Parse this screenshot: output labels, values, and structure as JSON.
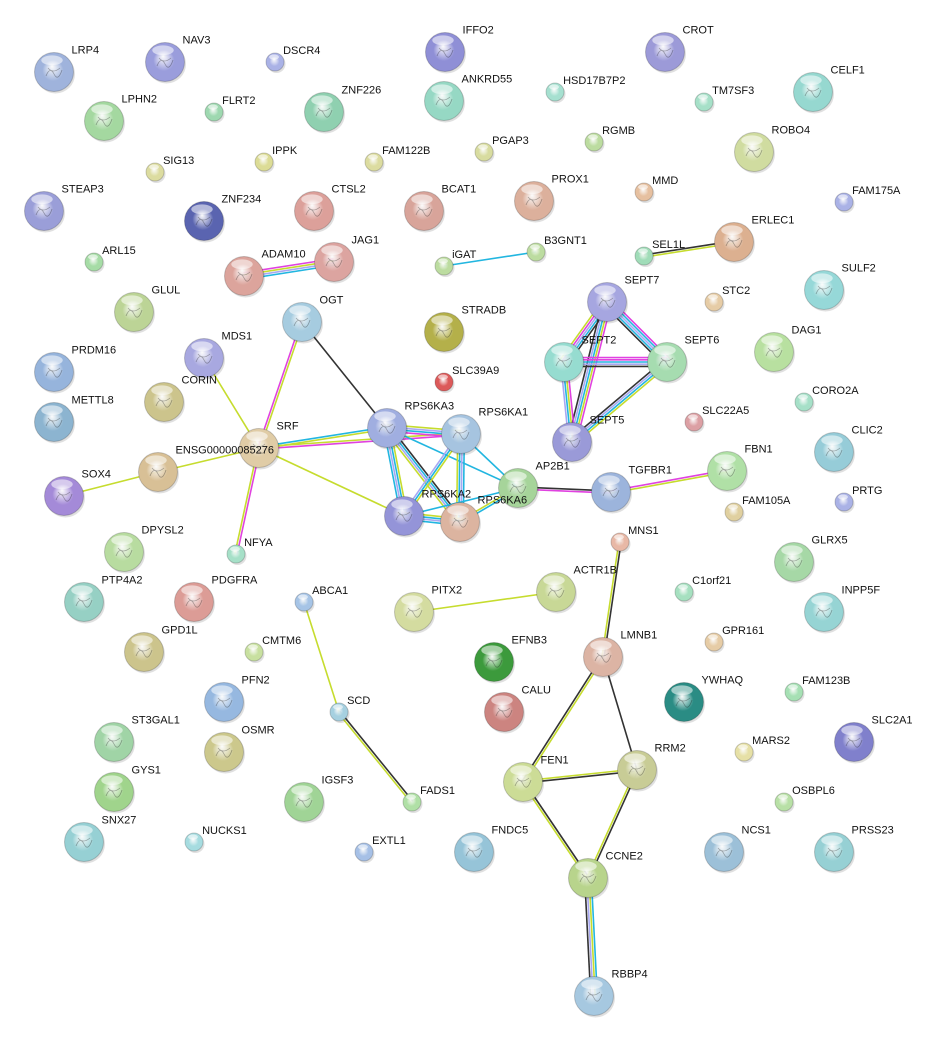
{
  "evidence_colors": {
    "experiments": "#e042e0",
    "textmining": "#c6dc2e",
    "database": "#22b6e0",
    "coexpression": "#333333",
    "homology": "#a8a8f2"
  },
  "nodes": [
    {
      "id": "LRP4",
      "label": "LRP4",
      "color": "#9fb3dc"
    },
    {
      "id": "NAV3",
      "label": "NAV3",
      "color": "#9a9ddc"
    },
    {
      "id": "DSCR4",
      "label": "DSCR4",
      "color": "#aab2e6"
    },
    {
      "id": "IFFO2",
      "label": "IFFO2",
      "color": "#8f8fd6"
    },
    {
      "id": "CROT",
      "label": "CROT",
      "color": "#9c9ad8"
    },
    {
      "id": "LPHN2",
      "label": "LPHN2",
      "color": "#a4d8a0"
    },
    {
      "id": "FLRT2",
      "label": "FLRT2",
      "color": "#9ed8b0"
    },
    {
      "id": "ZNF226",
      "label": "ZNF226",
      "color": "#8fd0b0"
    },
    {
      "id": "ANKRD55",
      "label": "ANKRD55",
      "color": "#96d8c4"
    },
    {
      "id": "HSD17B7P2",
      "label": "HSD17B7P2",
      "color": "#a6e0d0"
    },
    {
      "id": "TM7SF3",
      "label": "TM7SF3",
      "color": "#a6e0c8"
    },
    {
      "id": "CELF1",
      "label": "CELF1",
      "color": "#96d8d0"
    },
    {
      "id": "SIG13",
      "label": "SIG13",
      "color": "#dcdca0"
    },
    {
      "id": "IPPK",
      "label": "IPPK",
      "color": "#dcdc96"
    },
    {
      "id": "FAM122B",
      "label": "FAM122B",
      "color": "#dcdca0"
    },
    {
      "id": "PGAP3",
      "label": "PGAP3",
      "color": "#d8dca0"
    },
    {
      "id": "RGMB",
      "label": "RGMB",
      "color": "#bcdca0"
    },
    {
      "id": "ROBO4",
      "label": "ROBO4",
      "color": "#d0dca0"
    },
    {
      "id": "STEAP3",
      "label": "STEAP3",
      "color": "#9a9ed8"
    },
    {
      "id": "ZNF234",
      "label": "ZNF234",
      "color": "#5a64b0"
    },
    {
      "id": "CTSL2",
      "label": "CTSL2",
      "color": "#dca09a"
    },
    {
      "id": "BCAT1",
      "label": "BCAT1",
      "color": "#d8a49a"
    },
    {
      "id": "PROX1",
      "label": "PROX1",
      "color": "#dcb09c"
    },
    {
      "id": "MMD",
      "label": "MMD",
      "color": "#e6c0a0"
    },
    {
      "id": "FAM175A",
      "label": "FAM175A",
      "color": "#aab2e6"
    },
    {
      "id": "ARL15",
      "label": "ARL15",
      "color": "#a6dca6"
    },
    {
      "id": "ADAM10",
      "label": "ADAM10",
      "color": "#dca49c"
    },
    {
      "id": "JAG1",
      "label": "JAG1",
      "color": "#dca4a0"
    },
    {
      "id": "iGAT",
      "label": "iGAT",
      "color": "#bcdca0"
    },
    {
      "id": "B3GNT1",
      "label": "B3GNT1",
      "color": "#bcdca0"
    },
    {
      "id": "SEL1L",
      "label": "SEL1L",
      "color": "#a0dcb8"
    },
    {
      "id": "ERLEC1",
      "label": "ERLEC1",
      "color": "#dcb090"
    },
    {
      "id": "STC2",
      "label": "STC2",
      "color": "#e6cca6"
    },
    {
      "id": "SULF2",
      "label": "SULF2",
      "color": "#96d8d8"
    },
    {
      "id": "GLUL",
      "label": "GLUL",
      "color": "#bcd496"
    },
    {
      "id": "OGT",
      "label": "OGT",
      "color": "#a6cce0"
    },
    {
      "id": "STRADB",
      "label": "STRADB",
      "color": "#b4b04a"
    },
    {
      "id": "SEPT7",
      "label": "SEPT7",
      "color": "#a6a6e0"
    },
    {
      "id": "DAG1",
      "label": "DAG1",
      "color": "#b8e0a0"
    },
    {
      "id": "MDS1",
      "label": "MDS1",
      "color": "#a8a8e0"
    },
    {
      "id": "PRDM16",
      "label": "PRDM16",
      "color": "#96b4dc"
    },
    {
      "id": "SLC39A9",
      "label": "SLC39A9",
      "color": "#dc5a5a"
    },
    {
      "id": "SEPT2",
      "label": "SEPT2",
      "color": "#96dcd0"
    },
    {
      "id": "SEPT6",
      "label": "SEPT6",
      "color": "#a6dcb0"
    },
    {
      "id": "CORO2A",
      "label": "CORO2A",
      "color": "#a6e0c8"
    },
    {
      "id": "CORIN",
      "label": "CORIN",
      "color": "#ccc48c"
    },
    {
      "id": "METTL8",
      "label": "METTL8",
      "color": "#8cb4d0"
    },
    {
      "id": "SLC22A5",
      "label": "SLC22A5",
      "color": "#dca0a4"
    },
    {
      "id": "SRF",
      "label": "SRF",
      "color": "#e0cca6"
    },
    {
      "id": "RPS6KA3",
      "label": "RPS6KA3",
      "color": "#a0aee0"
    },
    {
      "id": "RPS6KA1",
      "label": "RPS6KA1",
      "color": "#a6c4e0"
    },
    {
      "id": "SEPT5",
      "label": "SEPT5",
      "color": "#9a9ad8"
    },
    {
      "id": "CLIC2",
      "label": "CLIC2",
      "color": "#96ccd8"
    },
    {
      "id": "ENSG",
      "label": "ENSG00000085276",
      "color": "#d8c096"
    },
    {
      "id": "SOX4",
      "label": "SOX4",
      "color": "#a48ad8"
    },
    {
      "id": "AP2B1",
      "label": "AP2B1",
      "color": "#a6d49a"
    },
    {
      "id": "TGFBR1",
      "label": "TGFBR1",
      "color": "#9cb4dc"
    },
    {
      "id": "FBN1",
      "label": "FBN1",
      "color": "#b0e0a6"
    },
    {
      "id": "PRTG",
      "label": "PRTG",
      "color": "#aab2e6"
    },
    {
      "id": "RPS6KA2",
      "label": "RPS6KA2",
      "color": "#9494d8"
    },
    {
      "id": "RPS6KA6",
      "label": "RPS6KA6",
      "color": "#dcb4a0"
    },
    {
      "id": "FAM105A",
      "label": "FAM105A",
      "color": "#e0d0a0"
    },
    {
      "id": "DPYSL2",
      "label": "DPYSL2",
      "color": "#b8dca0"
    },
    {
      "id": "NFYA",
      "label": "NFYA",
      "color": "#a6e0c8"
    },
    {
      "id": "MNS1",
      "label": "MNS1",
      "color": "#e8b8a6"
    },
    {
      "id": "GLRX5",
      "label": "GLRX5",
      "color": "#a6d8a6"
    },
    {
      "id": "PTP4A2",
      "label": "PTP4A2",
      "color": "#96d0c4"
    },
    {
      "id": "PDGFRA",
      "label": "PDGFRA",
      "color": "#dc9c96"
    },
    {
      "id": "ABCA1",
      "label": "ABCA1",
      "color": "#a6c4e6"
    },
    {
      "id": "PITX2",
      "label": "PITX2",
      "color": "#d4dca0"
    },
    {
      "id": "ACTR1B",
      "label": "ACTR1B",
      "color": "#c8d896"
    },
    {
      "id": "C1orf21",
      "label": "C1orf21",
      "color": "#a6e0c0"
    },
    {
      "id": "INPP5F",
      "label": "INPP5F",
      "color": "#96d4d4"
    },
    {
      "id": "GPD1L",
      "label": "GPD1L",
      "color": "#ccc48c"
    },
    {
      "id": "CMTM6",
      "label": "CMTM6",
      "color": "#c8e0a0"
    },
    {
      "id": "EFNB3",
      "label": "EFNB3",
      "color": "#3c9a3c"
    },
    {
      "id": "LMNB1",
      "label": "LMNB1",
      "color": "#dcb4a4"
    },
    {
      "id": "GPR161",
      "label": "GPR161",
      "color": "#e6cca6"
    },
    {
      "id": "FAM123B",
      "label": "FAM123B",
      "color": "#a6e0b4"
    },
    {
      "id": "YWHAQ",
      "label": "YWHAQ",
      "color": "#2a8c84"
    },
    {
      "id": "SLC2A1",
      "label": "SLC2A1",
      "color": "#8080cc"
    },
    {
      "id": "PFN2",
      "label": "PFN2",
      "color": "#96b8e0"
    },
    {
      "id": "SCD",
      "label": "SCD",
      "color": "#a6d0e0"
    },
    {
      "id": "CALU",
      "label": "CALU",
      "color": "#cc8480"
    },
    {
      "id": "ST3GAL1",
      "label": "ST3GAL1",
      "color": "#a0d4a6"
    },
    {
      "id": "OSMR",
      "label": "OSMR",
      "color": "#ccc88c"
    },
    {
      "id": "MARS2",
      "label": "MARS2",
      "color": "#e6e0a6"
    },
    {
      "id": "RRM2",
      "label": "RRM2",
      "color": "#c8cc96"
    },
    {
      "id": "FEN1",
      "label": "FEN1",
      "color": "#ccdc96"
    },
    {
      "id": "GYS1",
      "label": "GYS1",
      "color": "#a0d48c"
    },
    {
      "id": "IGSF3",
      "label": "IGSF3",
      "color": "#a0d496"
    },
    {
      "id": "FADS1",
      "label": "FADS1",
      "color": "#b0e0a6"
    },
    {
      "id": "OSBPL6",
      "label": "OSBPL6",
      "color": "#b8e0a6"
    },
    {
      "id": "SNX27",
      "label": "SNX27",
      "color": "#96d0d4"
    },
    {
      "id": "NUCKS1",
      "label": "NUCKS1",
      "color": "#a6dce0"
    },
    {
      "id": "EXTL1",
      "label": "EXTL1",
      "color": "#a6c0e6"
    },
    {
      "id": "FNDC5",
      "label": "FNDC5",
      "color": "#96c4d8"
    },
    {
      "id": "NCS1",
      "label": "NCS1",
      "color": "#9cc0d8"
    },
    {
      "id": "PRSS23",
      "label": "PRSS23",
      "color": "#96d0d4"
    },
    {
      "id": "CCNE2",
      "label": "CCNE2",
      "color": "#b8d48c"
    },
    {
      "id": "RBBP4",
      "label": "RBBP4",
      "color": "#a6c8e0"
    }
  ],
  "edges": [
    {
      "a": "ADAM10",
      "b": "JAG1",
      "evidence": [
        "experiments",
        "textmining",
        "homology",
        "database"
      ]
    },
    {
      "a": "iGAT",
      "b": "B3GNT1",
      "evidence": [
        "database"
      ]
    },
    {
      "a": "SEL1L",
      "b": "ERLEC1",
      "evidence": [
        "coexpression",
        "textmining"
      ]
    },
    {
      "a": "OGT",
      "b": "SRF",
      "evidence": [
        "textmining",
        "experiments"
      ]
    },
    {
      "a": "OGT",
      "b": "RPS6KA3",
      "evidence": [
        "coexpression"
      ]
    },
    {
      "a": "MDS1",
      "b": "SRF",
      "evidence": [
        "textmining"
      ]
    },
    {
      "a": "ENSG",
      "b": "SRF",
      "evidence": [
        "textmining"
      ]
    },
    {
      "a": "SOX4",
      "b": "ENSG",
      "evidence": [
        "textmining"
      ]
    },
    {
      "a": "SRF",
      "b": "RPS6KA3",
      "evidence": [
        "database",
        "textmining"
      ]
    },
    {
      "a": "SRF",
      "b": "RPS6KA1",
      "evidence": [
        "textmining",
        "experiments"
      ]
    },
    {
      "a": "SRF",
      "b": "RPS6KA2",
      "evidence": [
        "textmining"
      ]
    },
    {
      "a": "SRF",
      "b": "NFYA",
      "evidence": [
        "experiments",
        "textmining"
      ]
    },
    {
      "a": "RPS6KA3",
      "b": "RPS6KA1",
      "evidence": [
        "textmining",
        "homology",
        "database",
        "experiments"
      ]
    },
    {
      "a": "RPS6KA3",
      "b": "RPS6KA2",
      "evidence": [
        "textmining",
        "database",
        "homology",
        "database"
      ]
    },
    {
      "a": "RPS6KA3",
      "b": "RPS6KA6",
      "evidence": [
        "coexpression",
        "database",
        "homology",
        "textmining"
      ]
    },
    {
      "a": "RPS6KA3",
      "b": "AP2B1",
      "evidence": [
        "database"
      ]
    },
    {
      "a": "RPS6KA1",
      "b": "RPS6KA2",
      "evidence": [
        "textmining",
        "database",
        "homology"
      ]
    },
    {
      "a": "RPS6KA1",
      "b": "RPS6KA6",
      "evidence": [
        "database",
        "homology",
        "database",
        "textmining"
      ]
    },
    {
      "a": "RPS6KA1",
      "b": "AP2B1",
      "evidence": [
        "database"
      ]
    },
    {
      "a": "RPS6KA2",
      "b": "RPS6KA6",
      "evidence": [
        "textmining",
        "database",
        "homology",
        "database"
      ]
    },
    {
      "a": "RPS6KA2",
      "b": "AP2B1",
      "evidence": [
        "database"
      ]
    },
    {
      "a": "RPS6KA6",
      "b": "AP2B1",
      "evidence": [
        "textmining",
        "database"
      ]
    },
    {
      "a": "AP2B1",
      "b": "TGFBR1",
      "evidence": [
        "coexpression",
        "experiments"
      ]
    },
    {
      "a": "TGFBR1",
      "b": "FBN1",
      "evidence": [
        "experiments",
        "textmining"
      ]
    },
    {
      "a": "SEPT7",
      "b": "SEPT2",
      "evidence": [
        "coexpression",
        "database",
        "homology",
        "experiments",
        "textmining"
      ]
    },
    {
      "a": "SEPT7",
      "b": "SEPT6",
      "evidence": [
        "experiments",
        "database",
        "homology",
        "database",
        "coexpression"
      ]
    },
    {
      "a": "SEPT7",
      "b": "SEPT5",
      "evidence": [
        "experiments",
        "textmining",
        "database",
        "homology",
        "coexpression"
      ]
    },
    {
      "a": "SEPT2",
      "b": "SEPT6",
      "evidence": [
        "experiments",
        "experiments",
        "database",
        "homology",
        "coexpression"
      ]
    },
    {
      "a": "SEPT2",
      "b": "SEPT5",
      "evidence": [
        "experiments",
        "textmining",
        "database",
        "homology"
      ]
    },
    {
      "a": "SEPT6",
      "b": "SEPT5",
      "evidence": [
        "textmining",
        "database",
        "homology",
        "coexpression"
      ]
    },
    {
      "a": "MNS1",
      "b": "LMNB1",
      "evidence": [
        "coexpression",
        "textmining"
      ]
    },
    {
      "a": "PITX2",
      "b": "ACTR1B",
      "evidence": [
        "textmining"
      ]
    },
    {
      "a": "ABCA1",
      "b": "SCD",
      "evidence": [
        "textmining"
      ]
    },
    {
      "a": "SCD",
      "b": "FADS1",
      "evidence": [
        "coexpression",
        "textmining"
      ]
    },
    {
      "a": "LMNB1",
      "b": "FEN1",
      "evidence": [
        "textmining",
        "coexpression"
      ]
    },
    {
      "a": "LMNB1",
      "b": "RRM2",
      "evidence": [
        "coexpression"
      ]
    },
    {
      "a": "FEN1",
      "b": "RRM2",
      "evidence": [
        "textmining",
        "coexpression"
      ]
    },
    {
      "a": "FEN1",
      "b": "CCNE2",
      "evidence": [
        "coexpression",
        "textmining"
      ]
    },
    {
      "a": "RRM2",
      "b": "CCNE2",
      "evidence": [
        "coexpression",
        "textmining"
      ]
    },
    {
      "a": "CCNE2",
      "b": "RBBP4",
      "evidence": [
        "database",
        "textmining",
        "homology",
        "coexpression"
      ]
    }
  ]
}
